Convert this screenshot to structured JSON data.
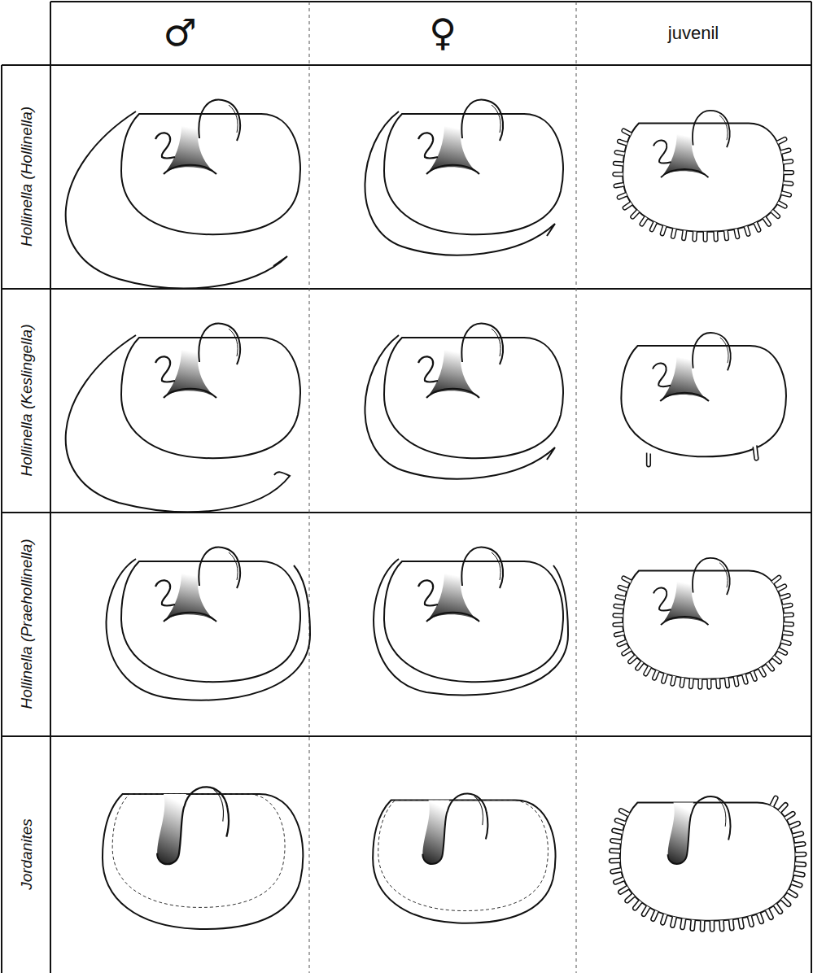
{
  "diagram": {
    "labels": [
      "♂",
      "♀",
      "juvenil",
      "Hollinella (Hollinella)",
      "Hollinella (Keslingella)",
      "Hollinella (Praehollinella)",
      "Jordanites"
    ]
  }
}
